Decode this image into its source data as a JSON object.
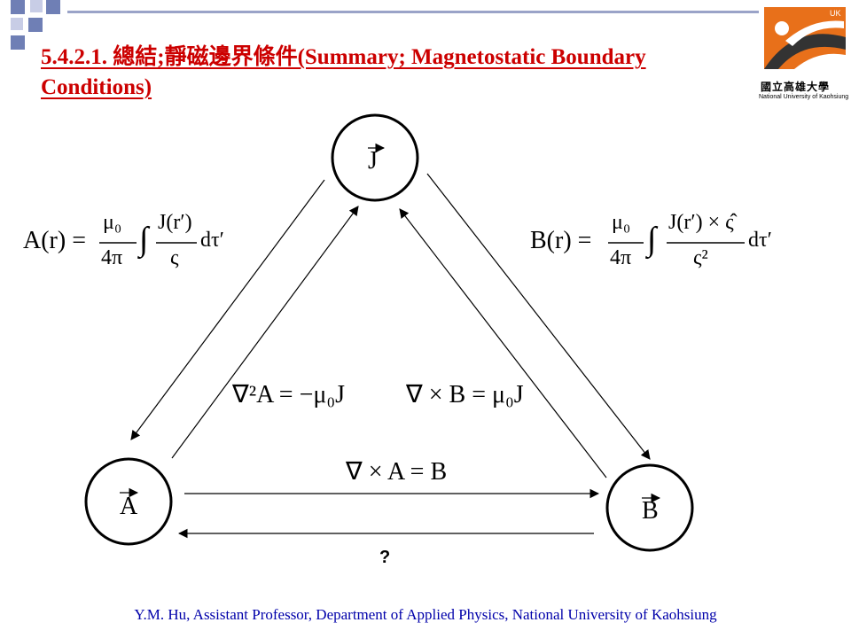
{
  "title": "5.4.2.1. 總結;靜磁邊界條件(Summary; Magnetostatic Boundary Conditions)",
  "logo": {
    "badge": "UK",
    "name_cn": "國立高雄大學",
    "name_en": "National University of Kaohsiung"
  },
  "colors": {
    "title": "#cc0000",
    "footer": "#0000aa",
    "logo_orange": "#e8701a",
    "logo_dark": "#333333",
    "deco_square": "#6f7fb5"
  },
  "nodes": {
    "j": "J",
    "a": "A",
    "b": "B"
  },
  "equations": {
    "a_from_j": {
      "lhs": "A(r) =",
      "coef_num": "μ₀",
      "coef_den": "4π",
      "integral": "∫",
      "num": "J(r′)",
      "den": "ς",
      "tail": "dτ′"
    },
    "b_from_j": {
      "lhs": "B(r) =",
      "coef_num": "μ₀",
      "coef_den": "4π",
      "integral": "∫",
      "num": "J(r′) × ς̂",
      "den": "ς²",
      "tail": "dτ′"
    },
    "poisson_a": "∇²A = −μ₀J",
    "curl_b": "∇ × B = μ₀J",
    "curl_a": "∇ × A = B"
  },
  "question_mark": "?",
  "footer": "Y.M. Hu, Assistant Professor, Department of Applied Physics, National University of Kaohsiung"
}
